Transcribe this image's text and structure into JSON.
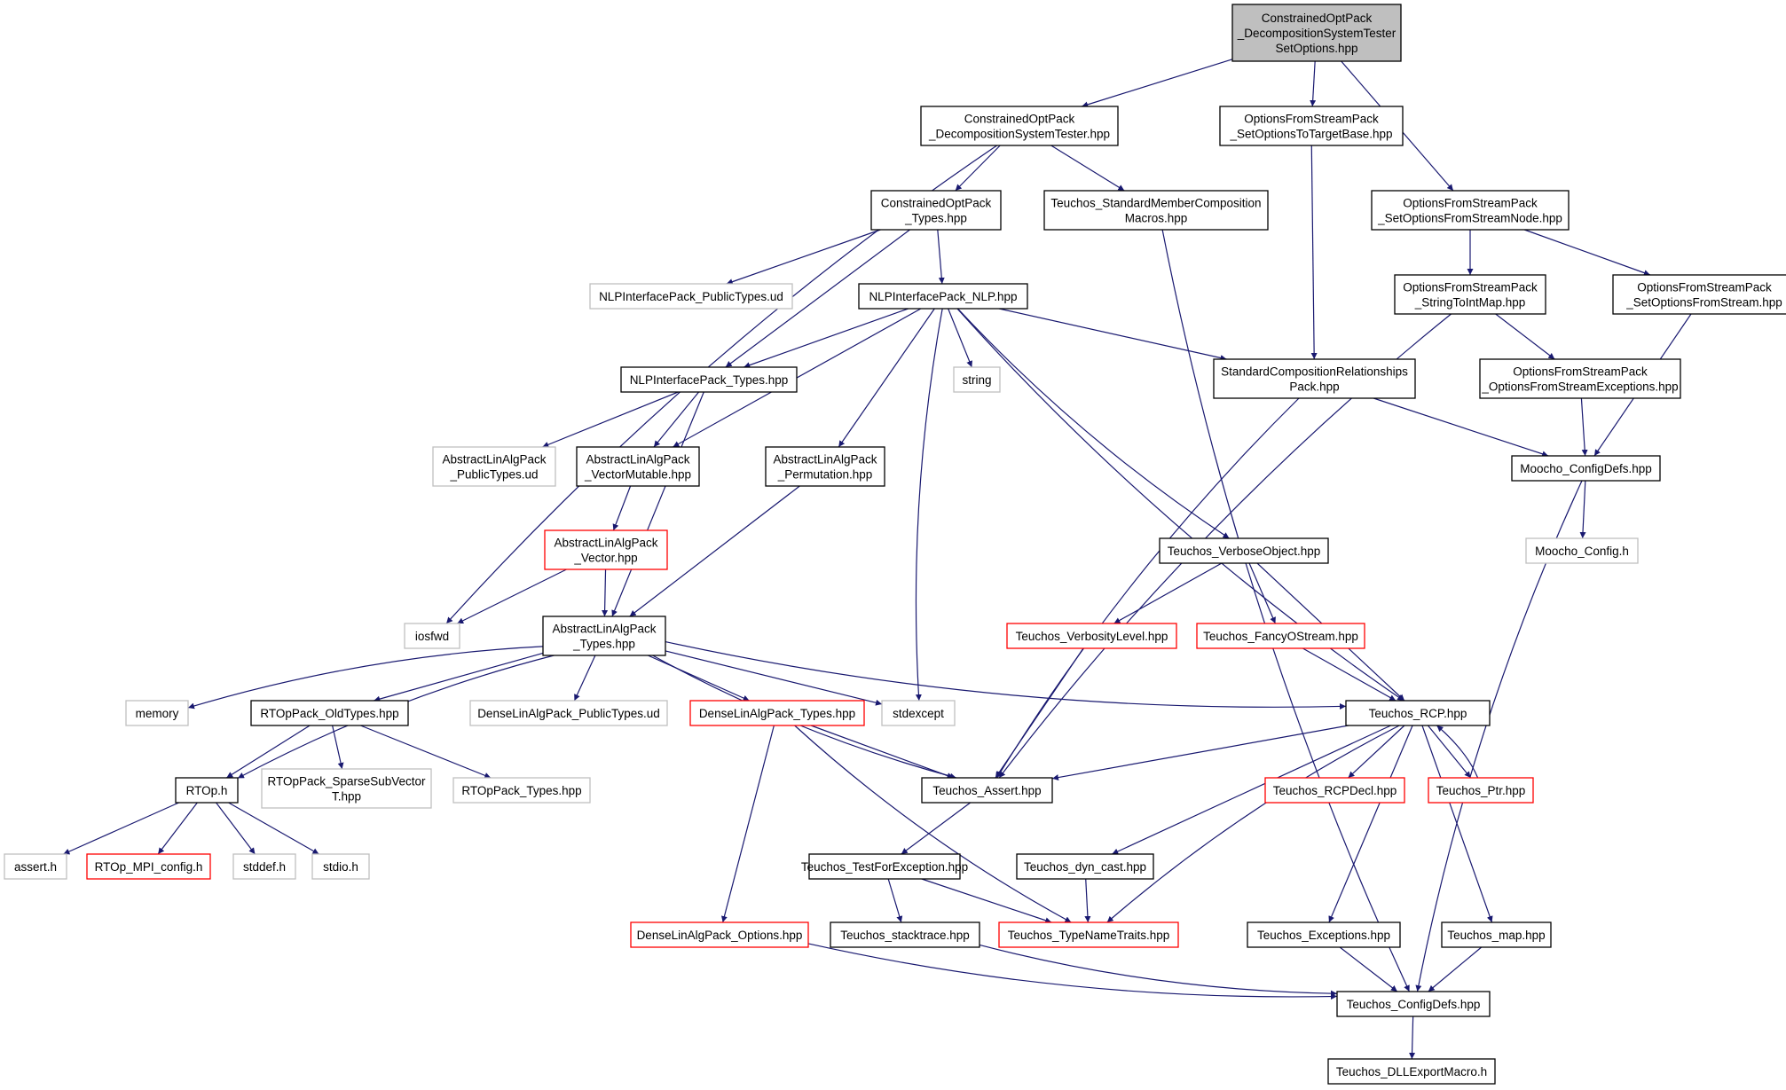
{
  "colors": {
    "edge": "#191970",
    "border_normal": "#000000",
    "border_external": "#bfbfbf",
    "border_incomplete": "#ff0000",
    "fill_root": "#bfbfbf",
    "fill_normal": "#ffffff",
    "text": "#000000"
  },
  "nodes": [
    {
      "id": "root",
      "lines": [
        "ConstrainedOptPack",
        "_DecompositionSystemTester",
        "SetOptions.hpp"
      ],
      "kind": "root"
    },
    {
      "id": "dst",
      "lines": [
        "ConstrainedOptPack",
        "_DecompositionSystemTester.hpp"
      ],
      "kind": "normal"
    },
    {
      "id": "ofs_sotb",
      "lines": [
        "OptionsFromStreamPack",
        "_SetOptionsToTargetBase.hpp"
      ],
      "kind": "normal"
    },
    {
      "id": "ofs_sofsn",
      "lines": [
        "OptionsFromStreamPack",
        "_SetOptionsFromStreamNode.hpp"
      ],
      "kind": "normal"
    },
    {
      "id": "cop_types",
      "lines": [
        "ConstrainedOptPack",
        "_Types.hpp"
      ],
      "kind": "normal"
    },
    {
      "id": "smcm",
      "lines": [
        "Teuchos_StandardMemberComposition",
        "Macros.hpp"
      ],
      "kind": "normal"
    },
    {
      "id": "ofs_stim",
      "lines": [
        "OptionsFromStreamPack",
        "_StringToIntMap.hpp"
      ],
      "kind": "normal"
    },
    {
      "id": "ofs_sofs",
      "lines": [
        "OptionsFromStreamPack",
        "_SetOptionsFromStream.hpp"
      ],
      "kind": "normal"
    },
    {
      "id": "nlp_pub",
      "lines": [
        "NLPInterfacePack_PublicTypes.ud"
      ],
      "kind": "external"
    },
    {
      "id": "nlp_nlp",
      "lines": [
        "NLPInterfacePack_NLP.hpp"
      ],
      "kind": "normal"
    },
    {
      "id": "nlp_types",
      "lines": [
        "NLPInterfacePack_Types.hpp"
      ],
      "kind": "normal"
    },
    {
      "id": "string",
      "lines": [
        "string"
      ],
      "kind": "external"
    },
    {
      "id": "scrp",
      "lines": [
        "StandardCompositionRelationships",
        "Pack.hpp"
      ],
      "kind": "normal"
    },
    {
      "id": "ofs_exc",
      "lines": [
        "OptionsFromStreamPack",
        "_OptionsFromStreamExceptions.hpp"
      ],
      "kind": "normal"
    },
    {
      "id": "ala_pub",
      "lines": [
        "AbstractLinAlgPack",
        "_PublicTypes.ud"
      ],
      "kind": "external"
    },
    {
      "id": "ala_vm",
      "lines": [
        "AbstractLinAlgPack",
        "_VectorMutable.hpp"
      ],
      "kind": "normal"
    },
    {
      "id": "ala_perm",
      "lines": [
        "AbstractLinAlgPack",
        "_Permutation.hpp"
      ],
      "kind": "normal"
    },
    {
      "id": "moocho_cd",
      "lines": [
        "Moocho_ConfigDefs.hpp"
      ],
      "kind": "normal"
    },
    {
      "id": "moocho_c",
      "lines": [
        "Moocho_Config.h"
      ],
      "kind": "external"
    },
    {
      "id": "ala_vec",
      "lines": [
        "AbstractLinAlgPack",
        "_Vector.hpp"
      ],
      "kind": "incomplete"
    },
    {
      "id": "verbose",
      "lines": [
        "Teuchos_VerboseObject.hpp"
      ],
      "kind": "normal"
    },
    {
      "id": "iosfwd",
      "lines": [
        "iosfwd"
      ],
      "kind": "external"
    },
    {
      "id": "ala_types",
      "lines": [
        "AbstractLinAlgPack",
        "_Types.hpp"
      ],
      "kind": "normal"
    },
    {
      "id": "verb_lvl",
      "lines": [
        "Teuchos_VerbosityLevel.hpp"
      ],
      "kind": "incomplete"
    },
    {
      "id": "fancy",
      "lines": [
        "Teuchos_FancyOStream.hpp"
      ],
      "kind": "incomplete"
    },
    {
      "id": "memory",
      "lines": [
        "memory"
      ],
      "kind": "external"
    },
    {
      "id": "rtop_old",
      "lines": [
        "RTOpPack_OldTypes.hpp"
      ],
      "kind": "normal"
    },
    {
      "id": "dla_pub",
      "lines": [
        "DenseLinAlgPack_PublicTypes.ud"
      ],
      "kind": "external"
    },
    {
      "id": "dla_types",
      "lines": [
        "DenseLinAlgPack_Types.hpp"
      ],
      "kind": "incomplete"
    },
    {
      "id": "stdexcept",
      "lines": [
        "stdexcept"
      ],
      "kind": "external"
    },
    {
      "id": "rcp",
      "lines": [
        "Teuchos_RCP.hpp"
      ],
      "kind": "normal"
    },
    {
      "id": "rtop_h",
      "lines": [
        "RTOp.h"
      ],
      "kind": "normal"
    },
    {
      "id": "rtop_ssv",
      "lines": [
        "RTOpPack_SparseSubVector",
        "T.hpp"
      ],
      "kind": "external"
    },
    {
      "id": "rtop_types",
      "lines": [
        "RTOpPack_Types.hpp"
      ],
      "kind": "external"
    },
    {
      "id": "assert_hpp",
      "lines": [
        "Teuchos_Assert.hpp"
      ],
      "kind": "normal"
    },
    {
      "id": "rcpdecl",
      "lines": [
        "Teuchos_RCPDecl.hpp"
      ],
      "kind": "incomplete"
    },
    {
      "id": "ptr",
      "lines": [
        "Teuchos_Ptr.hpp"
      ],
      "kind": "incomplete"
    },
    {
      "id": "assert_h",
      "lines": [
        "assert.h"
      ],
      "kind": "external"
    },
    {
      "id": "mpi_config",
      "lines": [
        "RTOp_MPI_config.h"
      ],
      "kind": "incomplete"
    },
    {
      "id": "stddef",
      "lines": [
        "stddef.h"
      ],
      "kind": "external"
    },
    {
      "id": "stdio",
      "lines": [
        "stdio.h"
      ],
      "kind": "external"
    },
    {
      "id": "tfe",
      "lines": [
        "Teuchos_TestForException.hpp"
      ],
      "kind": "normal"
    },
    {
      "id": "dyn_cast",
      "lines": [
        "Teuchos_dyn_cast.hpp"
      ],
      "kind": "normal"
    },
    {
      "id": "dla_opts",
      "lines": [
        "DenseLinAlgPack_Options.hpp"
      ],
      "kind": "incomplete"
    },
    {
      "id": "stacktrace",
      "lines": [
        "Teuchos_stacktrace.hpp"
      ],
      "kind": "normal"
    },
    {
      "id": "tnt",
      "lines": [
        "Teuchos_TypeNameTraits.hpp"
      ],
      "kind": "incomplete"
    },
    {
      "id": "exceptions",
      "lines": [
        "Teuchos_Exceptions.hpp"
      ],
      "kind": "normal"
    },
    {
      "id": "map",
      "lines": [
        "Teuchos_map.hpp"
      ],
      "kind": "normal"
    },
    {
      "id": "t_cd",
      "lines": [
        "Teuchos_ConfigDefs.hpp"
      ],
      "kind": "normal"
    },
    {
      "id": "dll",
      "lines": [
        "Teuchos_DLLExportMacro.h"
      ],
      "kind": "normal"
    }
  ],
  "edges": [
    [
      "root",
      "dst"
    ],
    [
      "root",
      "ofs_sotb"
    ],
    [
      "root",
      "ofs_sofsn"
    ],
    [
      "dst",
      "cop_types"
    ],
    [
      "dst",
      "smcm"
    ],
    [
      "dst",
      "iosfwd"
    ],
    [
      "ofs_sotb",
      "scrp"
    ],
    [
      "ofs_sofsn",
      "ofs_stim"
    ],
    [
      "ofs_sofsn",
      "ofs_sofs"
    ],
    [
      "cop_types",
      "nlp_pub"
    ],
    [
      "cop_types",
      "nlp_nlp"
    ],
    [
      "cop_types",
      "nlp_types"
    ],
    [
      "smcm",
      "t_cd"
    ],
    [
      "ofs_stim",
      "ofs_exc"
    ],
    [
      "ofs_stim",
      "assert_hpp"
    ],
    [
      "ofs_sofs",
      "moocho_cd"
    ],
    [
      "nlp_nlp",
      "nlp_types"
    ],
    [
      "nlp_nlp",
      "string"
    ],
    [
      "nlp_nlp",
      "scrp"
    ],
    [
      "nlp_nlp",
      "ala_vm"
    ],
    [
      "nlp_nlp",
      "ala_perm"
    ],
    [
      "nlp_nlp",
      "stdexcept"
    ],
    [
      "nlp_nlp",
      "verbose"
    ],
    [
      "nlp_nlp",
      "rcp"
    ],
    [
      "nlp_types",
      "ala_pub"
    ],
    [
      "nlp_types",
      "ala_vm"
    ],
    [
      "nlp_types",
      "ala_types"
    ],
    [
      "scrp",
      "moocho_cd"
    ],
    [
      "scrp",
      "assert_hpp"
    ],
    [
      "ofs_exc",
      "moocho_cd"
    ],
    [
      "ala_vm",
      "ala_vec"
    ],
    [
      "ala_perm",
      "ala_types"
    ],
    [
      "moocho_cd",
      "moocho_c"
    ],
    [
      "moocho_cd",
      "t_cd"
    ],
    [
      "ala_vec",
      "iosfwd"
    ],
    [
      "ala_vec",
      "ala_types"
    ],
    [
      "verbose",
      "verb_lvl"
    ],
    [
      "verbose",
      "fancy"
    ],
    [
      "verbose",
      "rcp"
    ],
    [
      "ala_types",
      "memory"
    ],
    [
      "ala_types",
      "rtop_old"
    ],
    [
      "ala_types",
      "dla_pub"
    ],
    [
      "ala_types",
      "dla_types"
    ],
    [
      "ala_types",
      "stdexcept"
    ],
    [
      "ala_types",
      "rcp"
    ],
    [
      "ala_types",
      "rtop_h"
    ],
    [
      "ala_types",
      "assert_hpp"
    ],
    [
      "verb_lvl",
      "assert_hpp"
    ],
    [
      "fancy",
      "rcp"
    ],
    [
      "rtop_old",
      "rtop_h"
    ],
    [
      "rtop_old",
      "rtop_ssv"
    ],
    [
      "rtop_old",
      "rtop_types"
    ],
    [
      "dla_types",
      "assert_hpp"
    ],
    [
      "dla_types",
      "dla_opts"
    ],
    [
      "dla_types",
      "tnt"
    ],
    [
      "rcp",
      "assert_hpp"
    ],
    [
      "rcp",
      "rcpdecl"
    ],
    [
      "rcp",
      "ptr"
    ],
    [
      "rcp",
      "dyn_cast"
    ],
    [
      "rcp",
      "tnt"
    ],
    [
      "rcp",
      "exceptions"
    ],
    [
      "rcp",
      "map"
    ],
    [
      "ptr",
      "rcp"
    ],
    [
      "rtop_h",
      "assert_h"
    ],
    [
      "rtop_h",
      "mpi_config"
    ],
    [
      "rtop_h",
      "stddef"
    ],
    [
      "rtop_h",
      "stdio"
    ],
    [
      "assert_hpp",
      "tfe"
    ],
    [
      "tfe",
      "stacktrace"
    ],
    [
      "tfe",
      "tnt"
    ],
    [
      "dyn_cast",
      "tnt"
    ],
    [
      "dla_opts",
      "t_cd"
    ],
    [
      "stacktrace",
      "t_cd"
    ],
    [
      "exceptions",
      "t_cd"
    ],
    [
      "map",
      "t_cd"
    ],
    [
      "t_cd",
      "dll"
    ]
  ]
}
